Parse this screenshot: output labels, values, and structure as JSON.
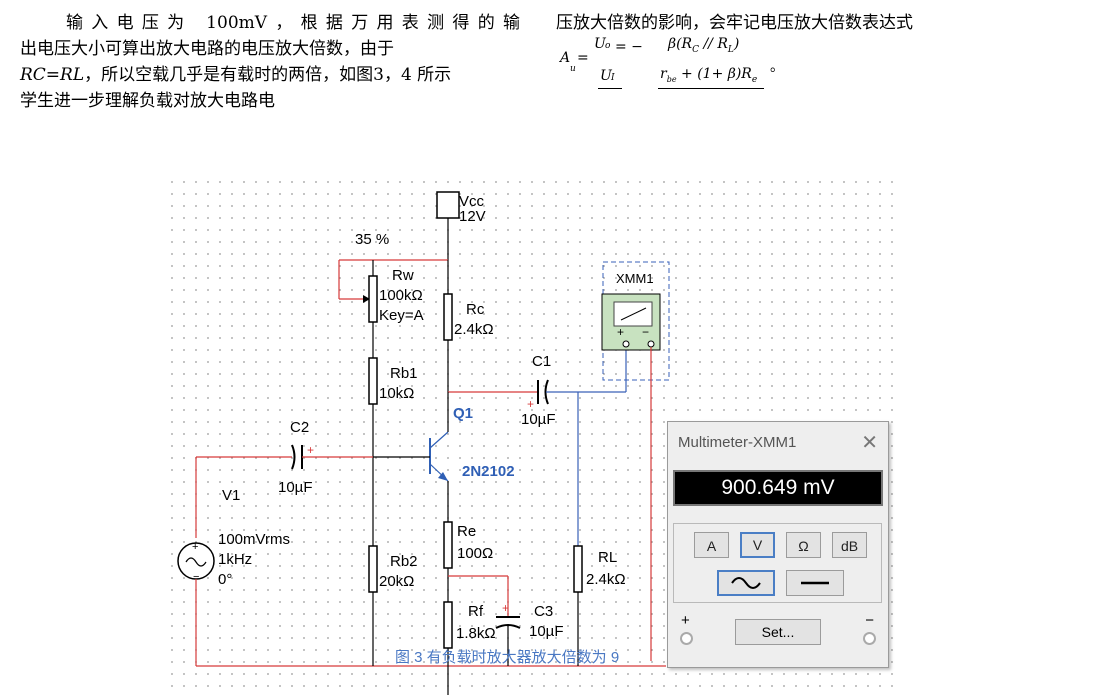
{
  "paragraph_left": {
    "line1": "输入电压为 100mV，根据万用表测得的输",
    "line2": "出电压大小可算出放大电路的电压放大倍数，由于",
    "line3_math": "RC=RL",
    "line3_rest": "，所以空载几乎是有载时的两倍，如图3，4 所示",
    "line4": "学生进一步理解负载对放大电路电"
  },
  "paragraph_right": {
    "line1": "压放大倍数的影响，会牢记电压放大倍数表达式",
    "formula": {
      "A": "A",
      "u_sub": "u",
      "eq": "=",
      "Uo": "U",
      "o_sub": "o",
      "minus": "= −",
      "Ui": "U",
      "i_sub": "I",
      "numerator": "β(R",
      "num_c": "C",
      "num_mid": " // R",
      "num_l": "L",
      "num_end": ")",
      "denominator_a": "r",
      "den_be": "be",
      "denominator_b": " + (1+ β)R",
      "den_e": "e",
      "period": "。"
    }
  },
  "circuit": {
    "vcc_label": "Vcc",
    "vcc_value": "12V",
    "pot_setting": "35 %",
    "rw_name": "Rw",
    "rw_value": "100kΩ",
    "rw_key": "Key=A",
    "rc_name": "Rc",
    "rc_value": "2.4kΩ",
    "rb1_name": "Rb1",
    "rb1_value": "10kΩ",
    "rb2_name": "Rb2",
    "rb2_value": "20kΩ",
    "re_name": "Re",
    "re_value": "100Ω",
    "rf_name": "Rf",
    "rf_value": "1.8kΩ",
    "rl_name": "RL",
    "rl_value": "2.4kΩ",
    "c1_name": "C1",
    "c1_value": "10µF",
    "c2_name": "C2",
    "c2_value": "10µF",
    "c3_name": "C3",
    "c3_value": "10µF",
    "q1_name": "Q1",
    "q1_model": "2N2102",
    "v1_name": "V1",
    "v1_amp": "100mVrms",
    "v1_freq": "1kHz",
    "v1_phase": "0°",
    "xmm_name": "XMM1",
    "plus": "+",
    "minus": "−"
  },
  "multimeter": {
    "title": "Multimeter-XMM1",
    "close": "✕",
    "reading": "900.649 mV",
    "buttons": [
      "A",
      "V",
      "Ω",
      "dB"
    ],
    "active_button": "V",
    "mode": "ac",
    "set_label": "Set...",
    "plus": "+",
    "minus": "−"
  },
  "figure_caption": "图 3  有负载时放大器放大倍数为 9",
  "colors": {
    "wire_red": "#d63a3a",
    "wire_blue": "#3a62b8",
    "wire_black": "#000000",
    "component_blue": "#2f5fb5",
    "caption_blue": "#4a78c3",
    "meter_green": "#c8e2c0",
    "grid_dot": "#9a9a9a"
  }
}
